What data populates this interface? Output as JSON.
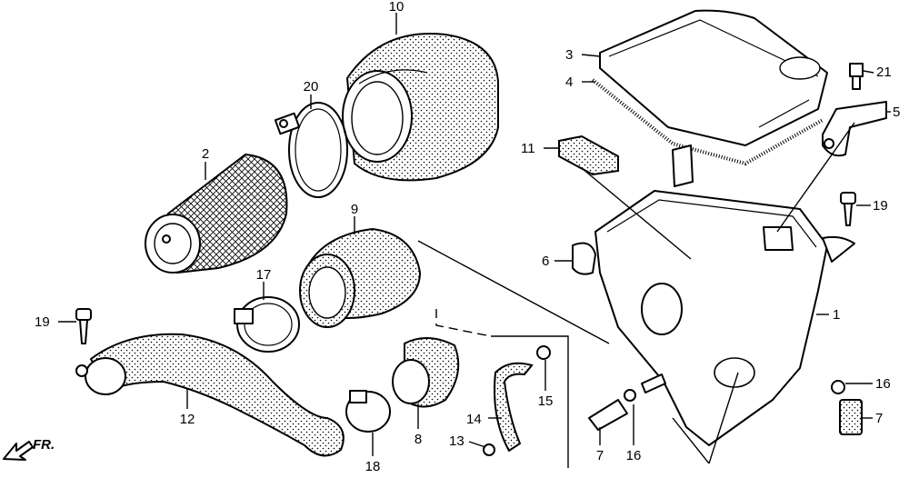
{
  "diagram": {
    "direction_label": "FR.",
    "callouts": [
      {
        "id": "c10",
        "text": "10"
      },
      {
        "id": "c20",
        "text": "20"
      },
      {
        "id": "c2",
        "text": "2"
      },
      {
        "id": "c9",
        "text": "9"
      },
      {
        "id": "c17",
        "text": "17"
      },
      {
        "id": "c19a",
        "text": "19"
      },
      {
        "id": "c12",
        "text": "12"
      },
      {
        "id": "c18",
        "text": "18"
      },
      {
        "id": "c8",
        "text": "8"
      },
      {
        "id": "c14",
        "text": "14"
      },
      {
        "id": "c15",
        "text": "15"
      },
      {
        "id": "c13",
        "text": "13"
      },
      {
        "id": "c3",
        "text": "3"
      },
      {
        "id": "c4",
        "text": "4"
      },
      {
        "id": "c11",
        "text": "11"
      },
      {
        "id": "c6",
        "text": "6"
      },
      {
        "id": "c21",
        "text": "21"
      },
      {
        "id": "c5",
        "text": "5"
      },
      {
        "id": "c19b",
        "text": "19"
      },
      {
        "id": "c1",
        "text": "1"
      },
      {
        "id": "c16a",
        "text": "16"
      },
      {
        "id": "c7a",
        "text": "7"
      },
      {
        "id": "c7b",
        "text": "7"
      },
      {
        "id": "c16b",
        "text": "16"
      }
    ]
  }
}
